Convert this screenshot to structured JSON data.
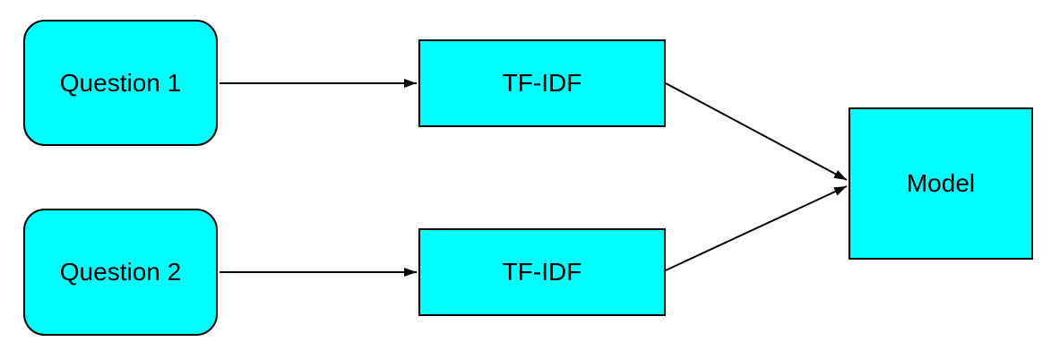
{
  "diagram": {
    "type": "flowchart",
    "colors": {
      "background": "#ffffff",
      "node_fill": "#00ffff",
      "node_border": "#000000",
      "edge": "#000000"
    },
    "nodes": {
      "question1": {
        "label": "Question 1",
        "shape": "rounded-rectangle"
      },
      "question2": {
        "label": "Question 2",
        "shape": "rounded-rectangle"
      },
      "tfidf1": {
        "label": "TF-IDF",
        "shape": "rectangle"
      },
      "tfidf2": {
        "label": "TF-IDF",
        "shape": "rectangle"
      },
      "model": {
        "label": "Model",
        "shape": "rectangle"
      }
    },
    "edges": [
      {
        "from": "question1",
        "to": "tfidf1",
        "style": "arrow"
      },
      {
        "from": "question2",
        "to": "tfidf2",
        "style": "arrow"
      },
      {
        "from": "tfidf1",
        "to": "model",
        "style": "arrow"
      },
      {
        "from": "tfidf2",
        "to": "model",
        "style": "arrow"
      }
    ]
  }
}
